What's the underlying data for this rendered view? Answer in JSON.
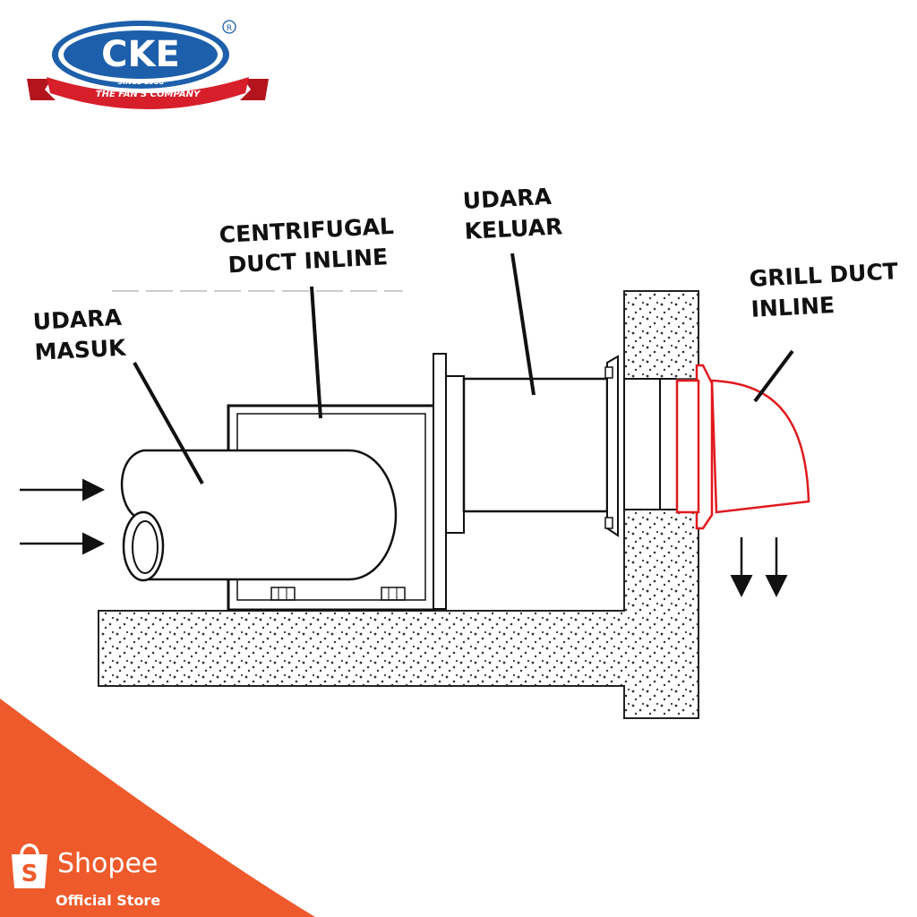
{
  "brand": {
    "name": "CKE",
    "since": "SINCE 1988",
    "tagline": "THE FAN'S COMPANY",
    "registered": "R"
  },
  "labels": {
    "intake": [
      "UDARA",
      "MASUK"
    ],
    "fan": [
      "CENTRIFUGAL",
      "DUCT INLINE"
    ],
    "outlet": [
      "UDARA",
      "KELUAR"
    ],
    "grill": [
      "GRILL DUCT",
      "INLINE"
    ]
  },
  "store": {
    "name": "Shopee",
    "subtitle": "Official Store",
    "icon": "shopping-bag-icon"
  },
  "colors": {
    "brand_blue": "#1d5faa",
    "brand_red": "#d71f2b",
    "highlight_red": "#e0191d",
    "shopee_orange": "#ee5a2b"
  }
}
